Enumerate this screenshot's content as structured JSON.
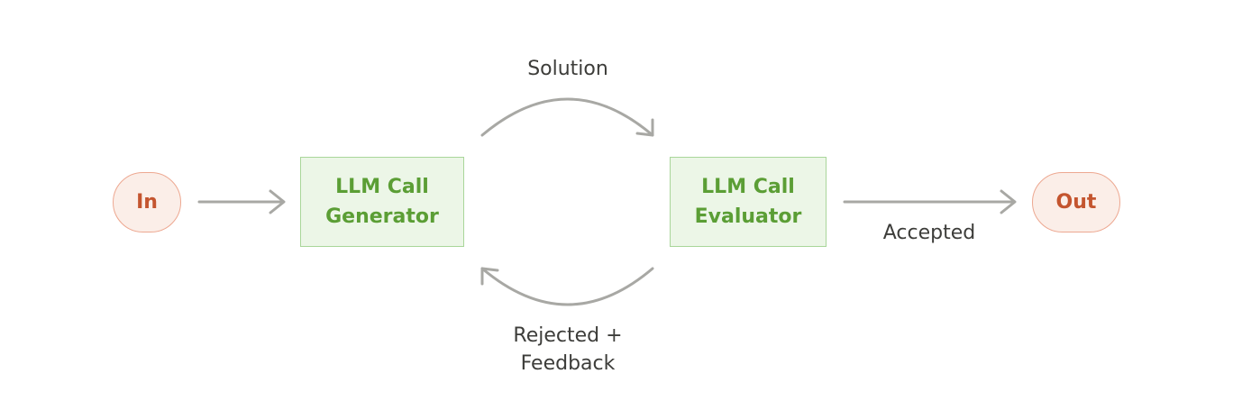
{
  "nodes": {
    "input": "In",
    "generator_line1": "LLM Call",
    "generator_line2": "Generator",
    "evaluator_line1": "LLM Call",
    "evaluator_line2": "Evaluator",
    "output": "Out"
  },
  "edges": {
    "solution": "Solution",
    "rejected_line1": "Rejected +",
    "rejected_line2": "Feedback",
    "accepted": "Accepted"
  },
  "colors": {
    "arrow": "#a8a8a4",
    "terminal_fill": "#fbeee8",
    "terminal_border": "#eda891",
    "terminal_text": "#c4552f",
    "llm_fill": "#ecf6e7",
    "llm_border": "#a9d69a",
    "llm_text": "#5b9e35",
    "label_text": "#3d3d3a"
  }
}
